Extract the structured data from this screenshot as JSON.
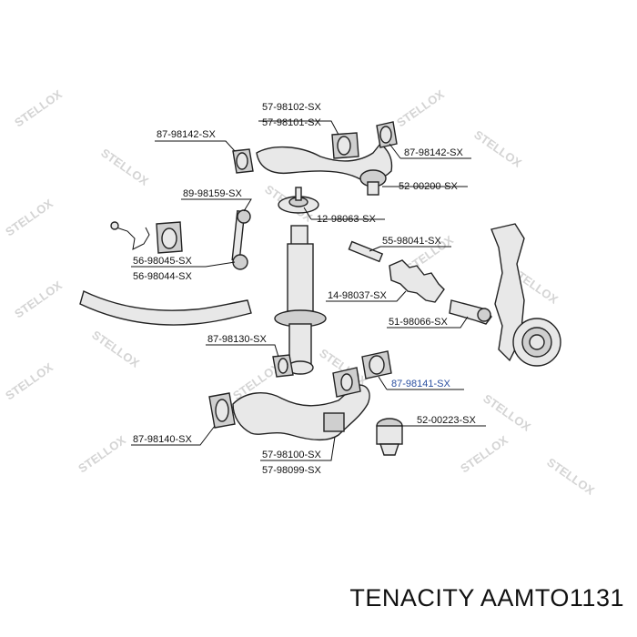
{
  "watermark": "STELLOX",
  "labels": {
    "l_57_98102": "57-98102-SX",
    "l_57_98101": "57-98101-SX",
    "l_87_98142_left": "87-98142-SX",
    "l_87_98142_right": "87-98142-SX",
    "l_52_00200": "52-00200-SX",
    "l_89_98159": "89-98159-SX",
    "l_12_98063": "12-98063-SX",
    "l_55_98041": "55-98041-SX",
    "l_56_98045": "56-98045-SX",
    "l_56_98044": "56-98044-SX",
    "l_14_98037": "14-98037-SX",
    "l_51_98066": "51-98066-SX",
    "l_87_98130": "87-98130-SX",
    "l_87_98141": "87-98141-SX",
    "l_52_00223": "52-00223-SX",
    "l_87_98140": "87-98140-SX",
    "l_57_98100": "57-98100-SX",
    "l_57_98099": "57-98099-SX"
  },
  "footer": {
    "text": "TENACITY AAMTO1131"
  },
  "colors": {
    "highlight": "#2a4fa0",
    "part_fill": "#e8e8e8"
  }
}
